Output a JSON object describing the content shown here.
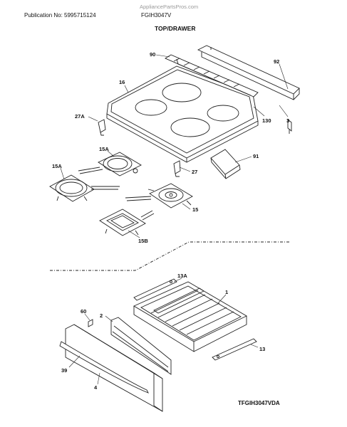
{
  "header": {
    "publication": "Publication No: 5995715124",
    "model": "FGIH3047V",
    "source": "AppliancePartsPros.com"
  },
  "section_title": "TOP/DRAWER",
  "footer_code": "TFGIH3047VDA",
  "callouts": {
    "c90": "90",
    "c92": "92",
    "c16": "16",
    "c3": "3",
    "c130": "130",
    "c27A": "27A",
    "c91": "91",
    "c27": "27",
    "c15A_1": "15A",
    "c15A_2": "15A",
    "c15": "15",
    "c15B": "15B",
    "c13A": "13A",
    "c1": "1",
    "c60": "60",
    "c2": "2",
    "c13": "13",
    "c39": "39",
    "c4": "4"
  }
}
